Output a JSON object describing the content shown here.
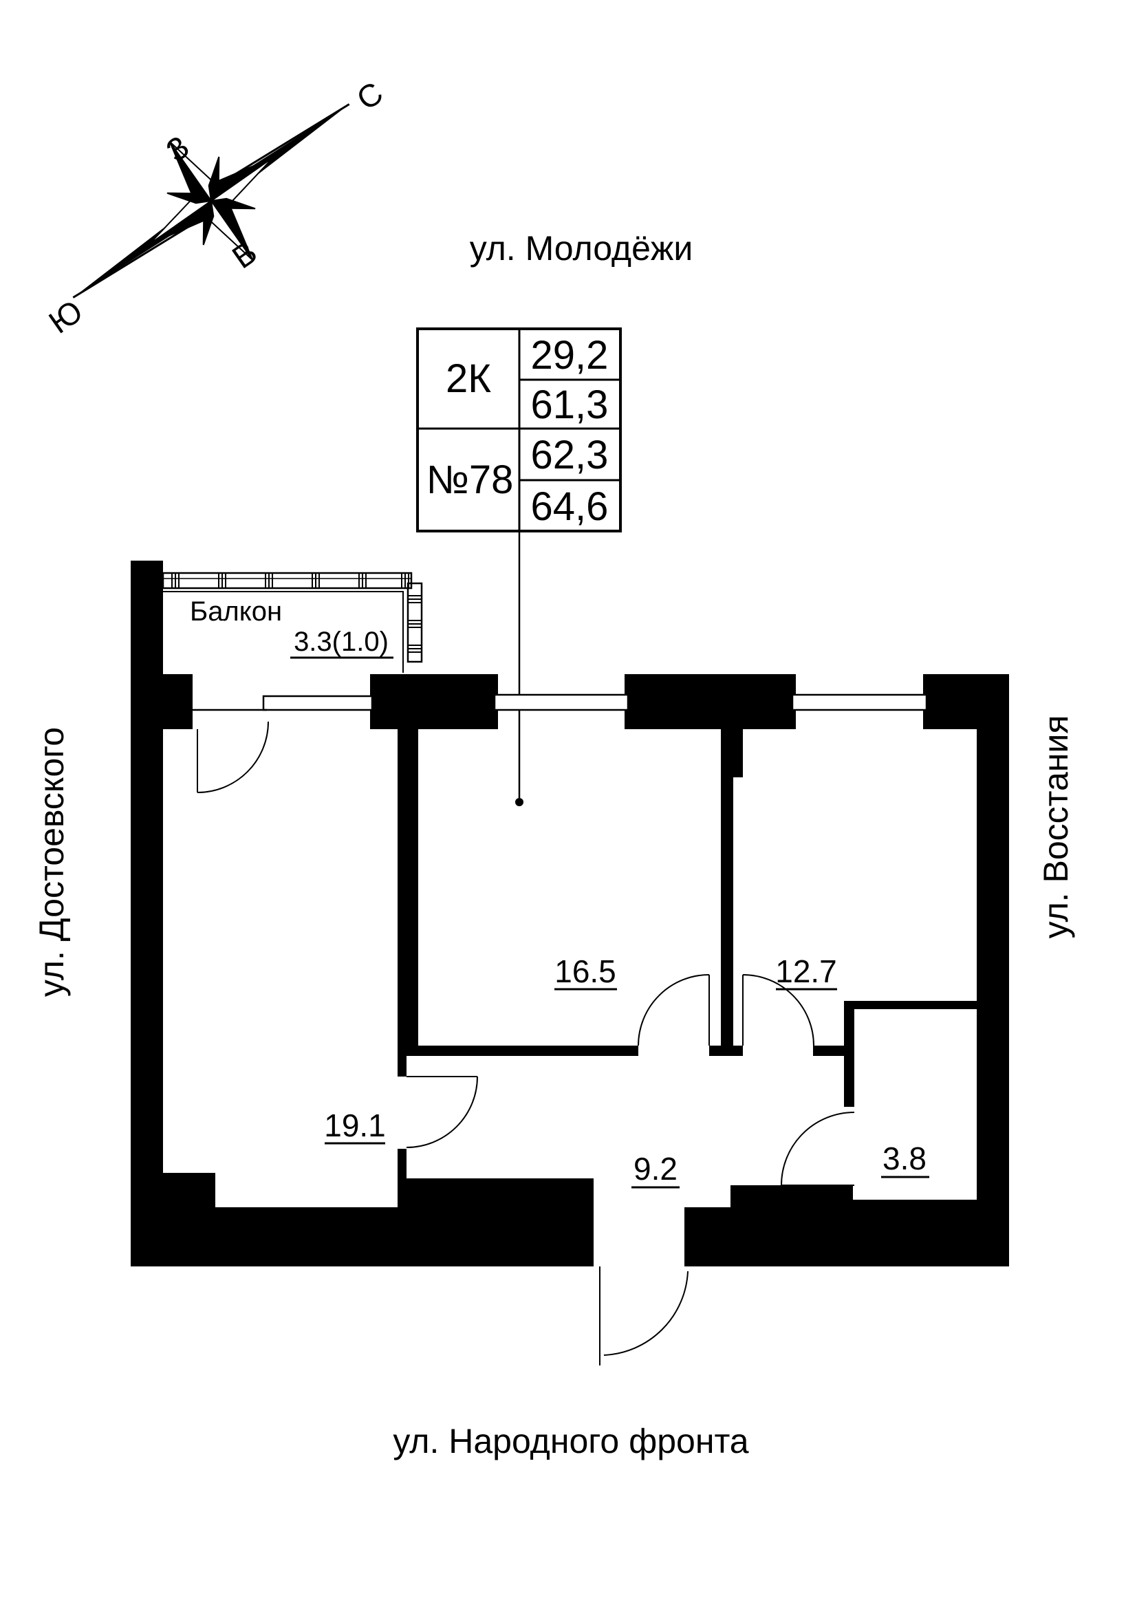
{
  "page": {
    "background": "#ffffff",
    "ink": "#000000"
  },
  "streets": {
    "top": "ул. Молодёжи",
    "left": "ул. Достоевского",
    "right": "ул. Восстания",
    "bottom": "ул. Народного фронта"
  },
  "compass": {
    "north": "С",
    "south": "Ю",
    "west": "З",
    "east": "В"
  },
  "unit_card": {
    "rooms_type": "2К",
    "unit_number": "№78",
    "values": [
      "29,2",
      "61,3",
      "62,3",
      "64,6"
    ]
  },
  "rooms": {
    "balcony": {
      "name": "Балкон",
      "area": "3.3(1.0)"
    },
    "living": {
      "area": "19.1"
    },
    "room1": {
      "area": "16.5"
    },
    "room2": {
      "area": "12.7"
    },
    "hallway": {
      "area": "9.2"
    },
    "bathroom": {
      "area": "3.8"
    }
  }
}
